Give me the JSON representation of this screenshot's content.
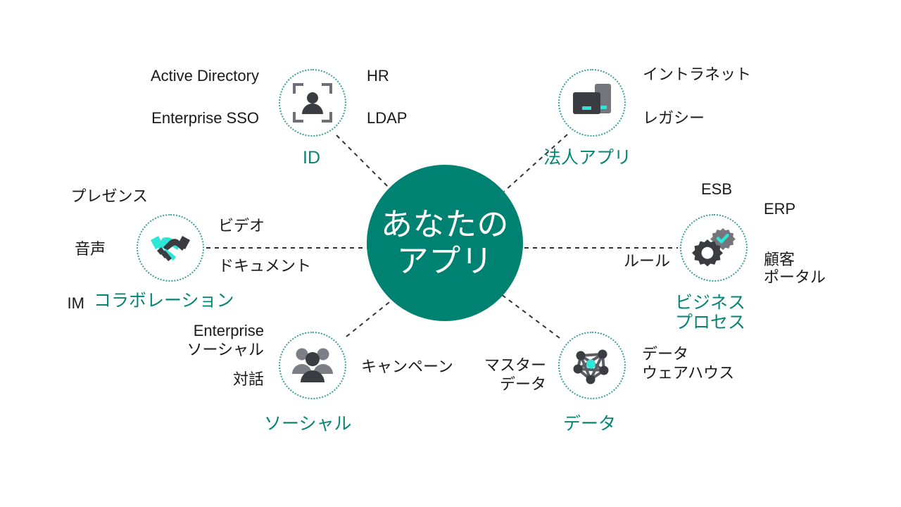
{
  "diagram": {
    "title": "あなたのアプリ エコシステム図",
    "hub": {
      "line1": "あなたの",
      "line2": "アプリ",
      "color": "#008272",
      "text_color": "#ffffff"
    },
    "colors": {
      "hub_teal": "#008272",
      "label_teal": "#068575",
      "ring_teal": "#3aa092",
      "accent_cyan": "#2EE6D6",
      "icon_dark": "#3b3b42",
      "icon_gray": "#7e7e86",
      "connector": "#333333",
      "text": "#1a1a1a",
      "background": "#ffffff"
    },
    "nodes": [
      {
        "key": "id",
        "label": "ID",
        "icon": "person-in-frame-icon",
        "satellites": [
          "Active Directory",
          "Enterprise SSO",
          "HR",
          "LDAP"
        ]
      },
      {
        "key": "corporate-apps",
        "label": "法人アプリ",
        "icon": "servers-icon",
        "satellites": [
          "イントラネット",
          "レガシー"
        ]
      },
      {
        "key": "business-process",
        "label_line1": "ビジネス",
        "label_line2": "プロセス",
        "icon": "gears-check-icon",
        "satellites": [
          "ESB",
          "ERP",
          "顧客",
          "ポータル",
          "ルール"
        ]
      },
      {
        "key": "data",
        "label": "データ",
        "icon": "network-graph-icon",
        "satellites": [
          "マスター",
          "データ",
          "データ",
          "ウェアハウス"
        ]
      },
      {
        "key": "social",
        "label": "ソーシャル",
        "icon": "people-group-icon",
        "satellites": [
          "Enterprise",
          "ソーシャル",
          "対話",
          "キャンペーン"
        ]
      },
      {
        "key": "collaboration",
        "label": "コラボレーション",
        "icon": "handshake-icon",
        "satellites": [
          "プレゼンス",
          "音声",
          "IM",
          "ビデオ",
          "ドキュメント"
        ]
      }
    ],
    "satellite_text": {
      "active_directory": "Active Directory",
      "enterprise_sso": "Enterprise SSO",
      "hr": "HR",
      "ldap": "LDAP",
      "intranet": "イントラネット",
      "legacy": "レガシー",
      "esb": "ESB",
      "erp": "ERP",
      "customer_portal_line1": "顧客",
      "customer_portal_line2": "ポータル",
      "rules": "ルール",
      "data_warehouse_line1": "データ",
      "data_warehouse_line2": "ウェアハウス",
      "master_data_line1": "マスター",
      "master_data_line2": "データ",
      "campaign": "キャンペーン",
      "enterprise_social_line1": "Enterprise",
      "enterprise_social_line2": "ソーシャル",
      "dialogue": "対話",
      "presence": "プレゼンス",
      "voice": "音声",
      "im": "IM",
      "video": "ビデオ",
      "document": "ドキュメント"
    },
    "node_labels": {
      "id": "ID",
      "corporate_apps": "法人アプリ",
      "business_process_line1": "ビジネス",
      "business_process_line2": "プロセス",
      "data": "データ",
      "social": "ソーシャル",
      "collaboration": "コラボレーション"
    }
  }
}
